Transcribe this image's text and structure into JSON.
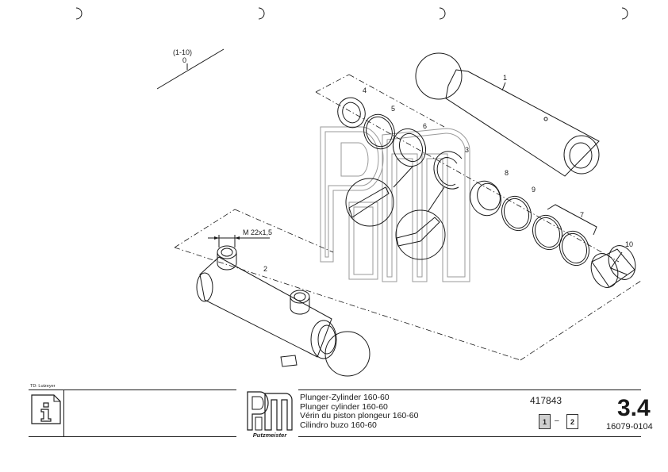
{
  "drawing": {
    "assembly_range": "(1-10)",
    "assembly_index": "0",
    "thread_spec": "M 22x1,5",
    "callouts": [
      "1",
      "2",
      "3",
      "4",
      "5",
      "6",
      "7",
      "8",
      "9",
      "10"
    ]
  },
  "title_block": {
    "drawn_by": "TD: Lutzeyer",
    "logo_text": "Putzmeister",
    "titles": [
      "Plunger-Zylinder  160-60",
      "Plunger cylinder  160-60",
      "Vérin du piston plongeur 160-60",
      "Cilindro buzo 160-60"
    ],
    "document_number": "417843",
    "page_current": "1",
    "page_separator": "–",
    "page_total": "2",
    "section": "3.4",
    "part_number": "16079-0104"
  }
}
